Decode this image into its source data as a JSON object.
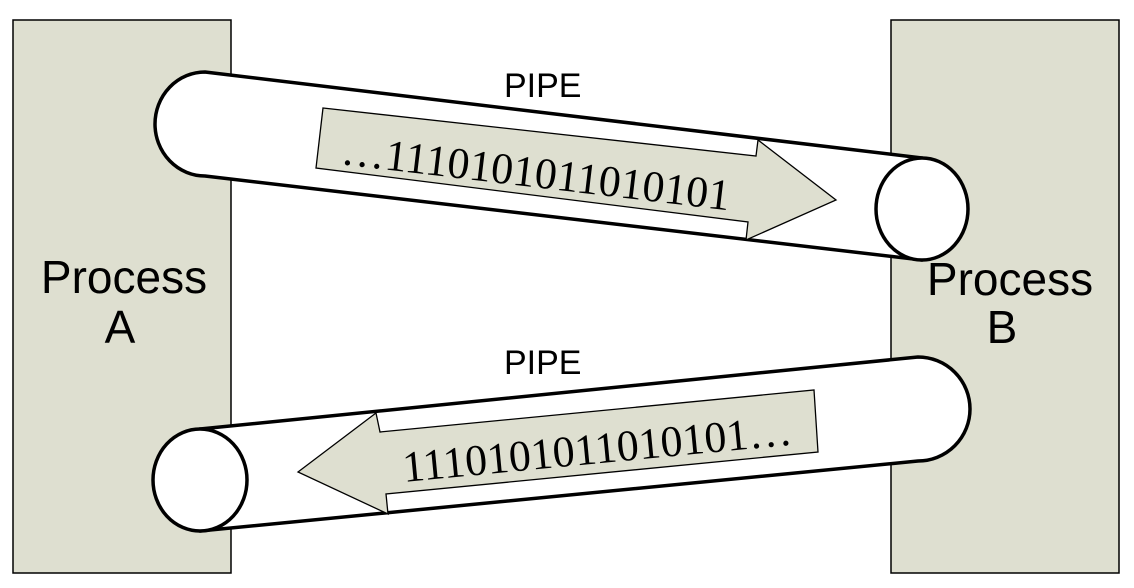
{
  "process_a": {
    "line1": "Process",
    "line2": "A"
  },
  "process_b": {
    "line1": "Process",
    "line2": "B"
  },
  "pipe_top": {
    "label": "PIPE",
    "bits": "…1110101011010101"
  },
  "pipe_bottom": {
    "label": "PIPE",
    "bits": "1110101011010101…"
  },
  "colors": {
    "box_fill": "#dedfd0",
    "arrow_fill": "#dedfd0",
    "pipe_fill": "#ffffff",
    "stroke": "#000000"
  }
}
